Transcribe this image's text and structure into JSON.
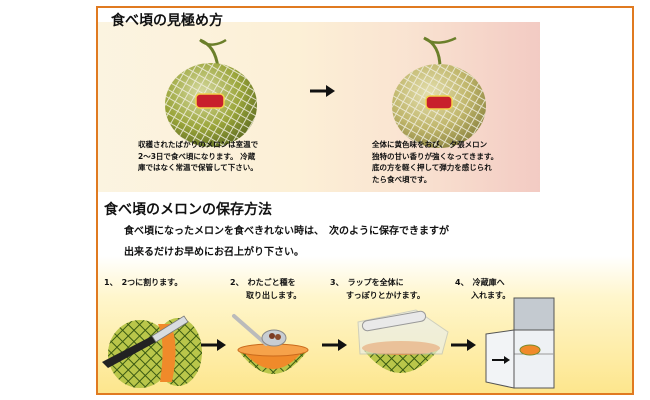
{
  "section1": {
    "title": "食べ頃の見極め方",
    "caption_left": "収穫されたばかりのメロンは室温で\n2～3日で食べ頃になります。 冷蔵\n庫ではなく常温で保管して下さい。",
    "caption_right": "全体に黄色味をおび、 夕張メロン\n独特の甘い香りが強くなってきます。\n底の方を軽く押して弾力を感じられ\nたら食べ頃です。"
  },
  "section2": {
    "title": "食べ頃のメロンの保存方法",
    "line1": "食べ頃になったメロンを食べきれない時は、　次のように保存できますが",
    "line2": "出来るだけお早めにお召上がり下さい。",
    "steps": [
      {
        "text": "1、　2つに割ります。"
      },
      {
        "text": "2、　わたごと種を\n　　取り出します。"
      },
      {
        "text": "3、　ラップを全体に\n　　すっぽりとかけます。"
      },
      {
        "text": "4、　冷蔵庫へ\n　　入れます。"
      }
    ]
  },
  "colors": {
    "border": "#e07a20",
    "melon_green": "#9aa53a",
    "melon_ripe": "#bfb56a",
    "flesh": "#e8802a"
  }
}
